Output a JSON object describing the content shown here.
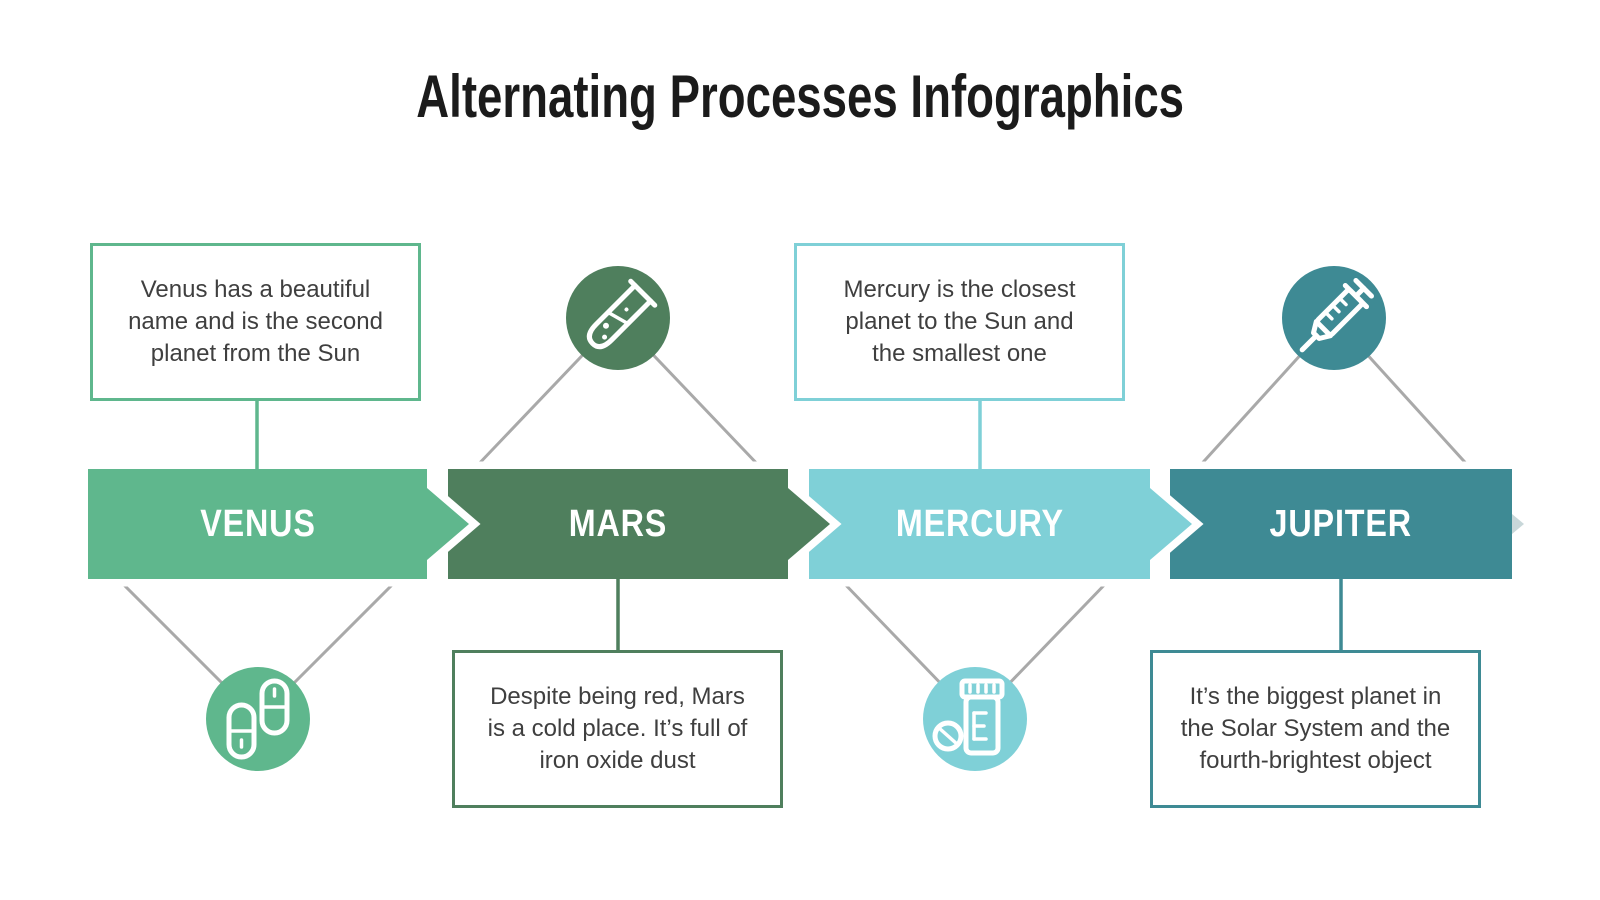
{
  "title": "Alternating Processes Infographics",
  "steps": [
    {
      "label": "VENUS",
      "color": "#5FB78D",
      "box_position": "above",
      "icon": "pills-icon",
      "icon_position": "below",
      "lines": [
        "Venus has a beautiful",
        "name and is the second",
        "planet from the Sun"
      ]
    },
    {
      "label": "MARS",
      "color": "#4F7F5D",
      "box_position": "below",
      "icon": "test-tube-icon",
      "icon_position": "above",
      "lines": [
        "Despite being red, Mars",
        "is a cold place. It’s full of",
        "iron oxide dust"
      ]
    },
    {
      "label": "MERCURY",
      "color": "#7FD0D7",
      "box_position": "above",
      "icon": "pill-bottle-icon",
      "icon_position": "below",
      "lines": [
        "Mercury is the closest",
        "planet to the Sun and",
        "the smallest one"
      ]
    },
    {
      "label": "JUPITER",
      "color": "#3E8A94",
      "box_position": "below",
      "icon": "syringe-icon",
      "icon_position": "above",
      "lines": [
        "It’s the biggest planet in",
        "the Solar System and the",
        "fourth-brightest object"
      ]
    }
  ],
  "colors": {
    "background": "#FFFFFF",
    "title_text": "#1B1B1B",
    "body_text": "#3F3F3F",
    "banner_label_text": "#FFFFFF",
    "connector_line": "#A9A9A9"
  }
}
